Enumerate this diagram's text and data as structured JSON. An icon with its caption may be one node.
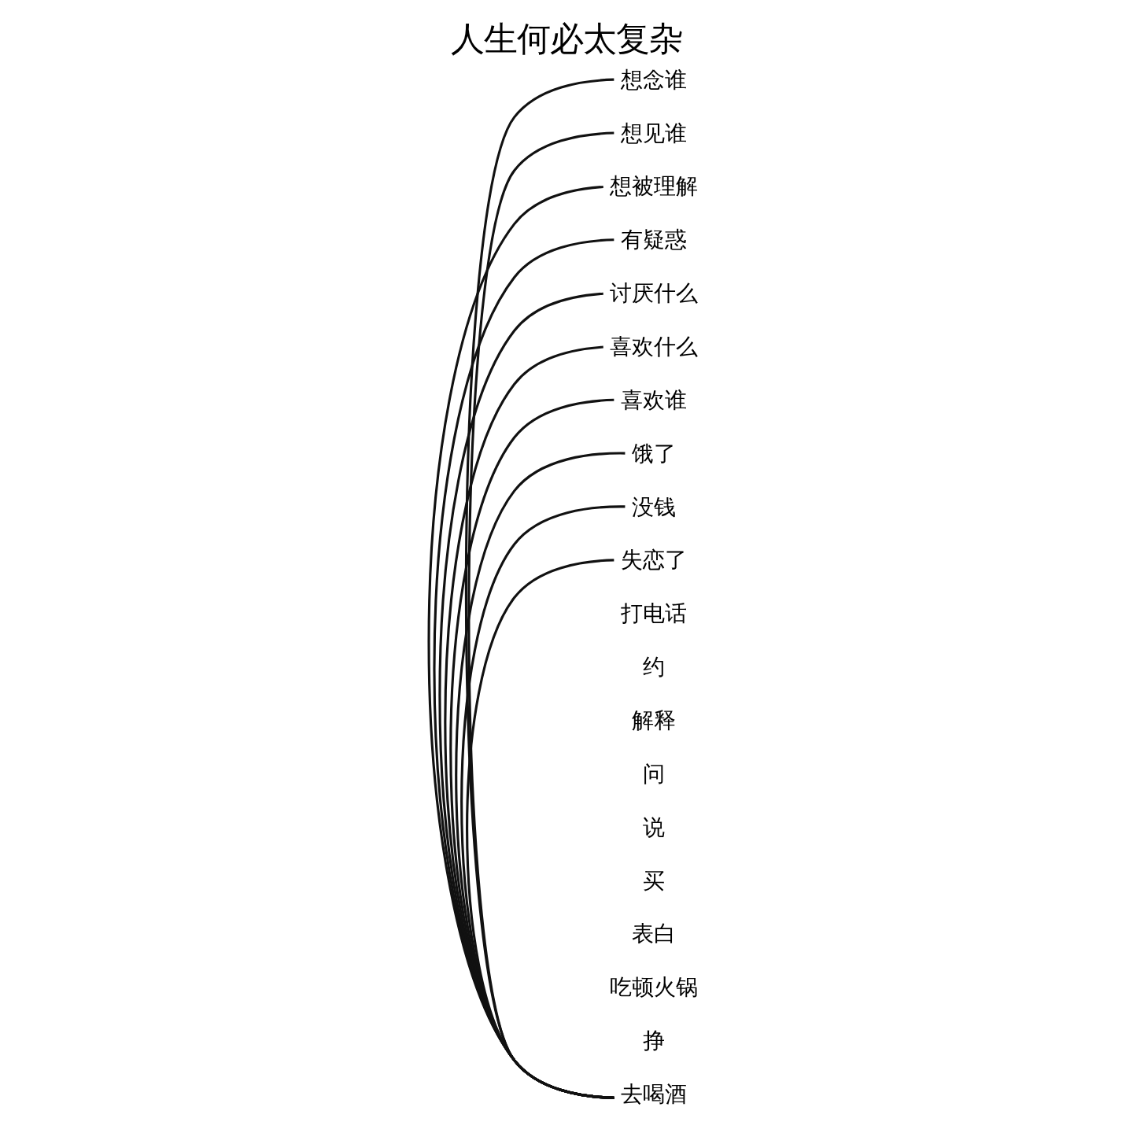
{
  "diagram": {
    "title": "人生何必太复杂",
    "nodes": [
      {
        "text": [
          "想念谁"
        ]
      },
      {
        "text": [
          "想见谁"
        ]
      },
      {
        "text": [
          "想被理解"
        ]
      },
      {
        "text": [
          "有疑惑"
        ]
      },
      {
        "text": [
          "讨厌什么"
        ]
      },
      {
        "text": [
          "喜欢什么"
        ]
      },
      {
        "text": [
          "喜欢谁"
        ]
      },
      {
        "text": [
          "饿了"
        ]
      },
      {
        "text": [
          "没钱"
        ]
      },
      {
        "text": [
          "失恋了"
        ]
      },
      {
        "text": [
          "去喝酒"
        ]
      }
    ],
    "edges": [
      {
        "from": 0,
        "to": 10,
        "arrow": "none"
      },
      {
        "from": 1,
        "to": 10,
        "arrow": "none"
      },
      {
        "from": 2,
        "to": 10,
        "arrow": "none"
      },
      {
        "from": 3,
        "to": 10,
        "arrow": "none"
      },
      {
        "from": 4,
        "to": 10,
        "arrow": "none"
      },
      {
        "from": 5,
        "to": 10,
        "arrow": "none"
      },
      {
        "from": 6,
        "to": 10,
        "arrow": "none"
      },
      {
        "from": 7,
        "to": 10,
        "arrow": "none"
      },
      {
        "from": 8,
        "to": 10,
        "arrow": "none"
      },
      {
        "from": 9,
        "to": 10,
        "arrow": "none"
      }
    ],
    "labels": [
      "打电话",
      "约",
      "解释",
      "问",
      "说",
      "买",
      "表白",
      "吃顿火锅",
      "挣"
    ]
  }
}
